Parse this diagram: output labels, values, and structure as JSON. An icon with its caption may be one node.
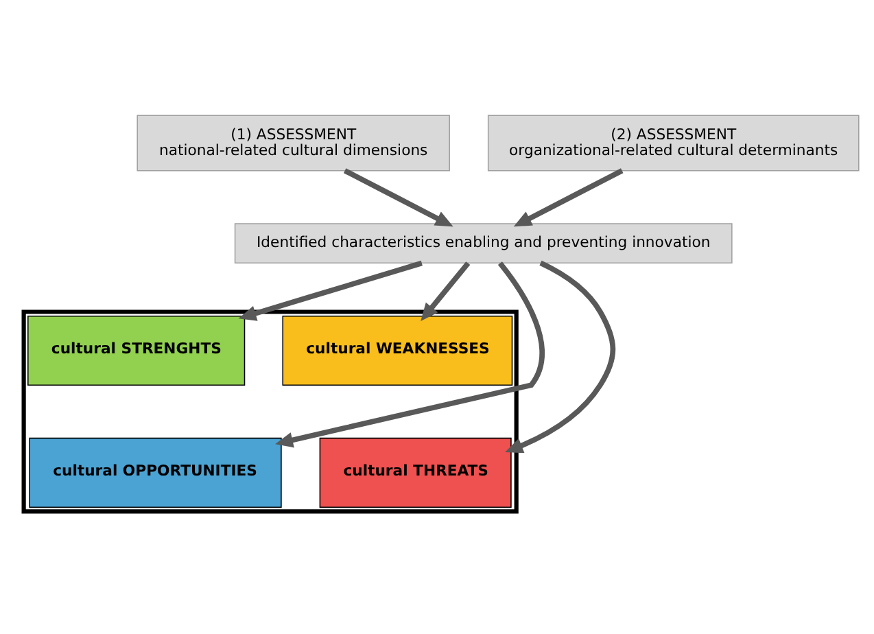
{
  "diagram": {
    "nodes": [
      {
        "text": [
          "(1) ASSESSMENT",
          "national-related cultural dimensions"
        ]
      },
      {
        "text": [
          "(2) ASSESSMENT",
          "organizational-related cultural determinants"
        ]
      },
      {
        "text": [
          "Identified characteristics enabling and preventing innovation"
        ]
      },
      {
        "text": [],
        "shape": "box"
      },
      {
        "text": [
          "cultural STRENGHTS"
        ],
        "in": 3
      },
      {
        "text": [
          "cultural WEAKNESSES"
        ],
        "in": 3
      },
      {
        "text": [
          "cultural OPPORTUNITIES"
        ],
        "in": 3
      },
      {
        "text": [
          "cultural THREATS"
        ],
        "in": 3
      }
    ],
    "edges": [
      {
        "from": 0,
        "to": 2,
        "arrow": "to"
      },
      {
        "from": 1,
        "to": 2,
        "arrow": "to"
      },
      {
        "from": 2,
        "to": 4,
        "arrow": "to"
      },
      {
        "from": 2,
        "to": 6,
        "arrow": "to"
      },
      {
        "from": 2,
        "to": 5,
        "arrow": "to"
      },
      {
        "from": 2,
        "to": 7,
        "arrow": "to"
      }
    ]
  }
}
